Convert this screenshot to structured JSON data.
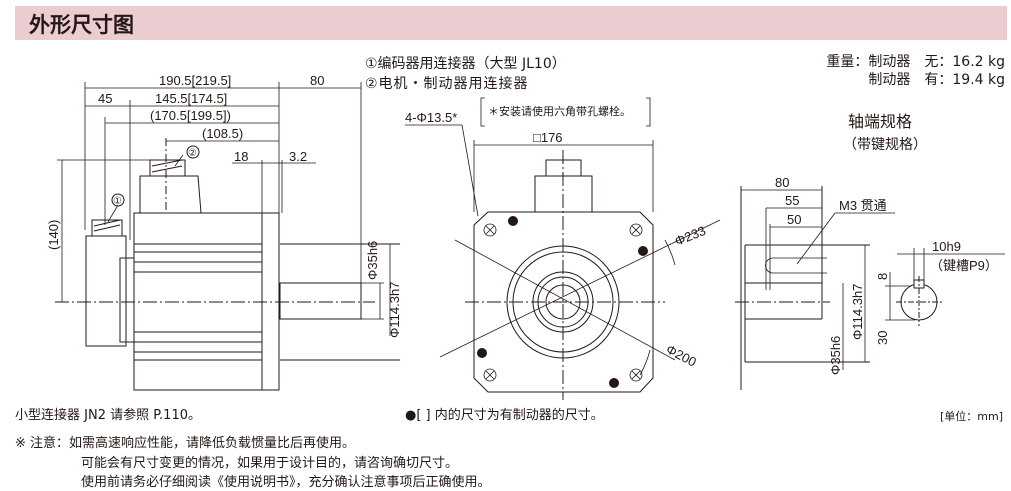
{
  "header": {
    "title": "外形尺寸图"
  },
  "legend": {
    "item1": "①编码器用连接器（大型 JL10）",
    "item2": "②电机・制动器用连接器",
    "bolt_note": "＊安装请使用六角带孔螺栓。"
  },
  "weight": {
    "line1": "重量：制动器　无：16.2 kg",
    "line2": "制动器　有：19.4 kg"
  },
  "shaft_spec": {
    "title": "轴端规格",
    "subtitle": "（带键规格）"
  },
  "side_view": {
    "dims": {
      "total": "190.5[219.5]",
      "shaft_len": "80",
      "rear": "45",
      "body": "145.5[174.5]",
      "enc": "(170.5[199.5])",
      "conn2": "(108.5)",
      "d18": "18",
      "d32": "3.2",
      "height": "(140)",
      "shaft_dia": "Φ35h6",
      "spigot": "Φ114.3h7"
    },
    "marker1": "①",
    "marker2": "②"
  },
  "front_view": {
    "dims": {
      "square": "□176",
      "holes": "4-Φ13.5*",
      "pcd": "Φ200",
      "outer": "Φ233"
    }
  },
  "shaft_view": {
    "dims": {
      "len80": "80",
      "len55": "55",
      "len50": "50",
      "tap": "M3 贯通",
      "spigot": "Φ114.3h7",
      "shaft": "Φ35h6",
      "key_w": "10h9",
      "key_note": "（键槽P9）",
      "d8": "8",
      "d30": "30"
    }
  },
  "footer": {
    "connector_note": "小型连接器 JN2 请参照 P.110。",
    "bracket_note": "●[ ] 内的尺寸为有制动器的尺寸。",
    "unit": "[单位：mm]",
    "note1": "※ 注意：如需高速响应性能，请降低负载惯量比后再使用。",
    "note2": "可能会有尺寸变更的情况，如果用于设计目的，请咨询确切尺寸。",
    "note3": "使用前请务必仔细阅读《使用说明书》，充分确认注意事项后正确使用。"
  }
}
